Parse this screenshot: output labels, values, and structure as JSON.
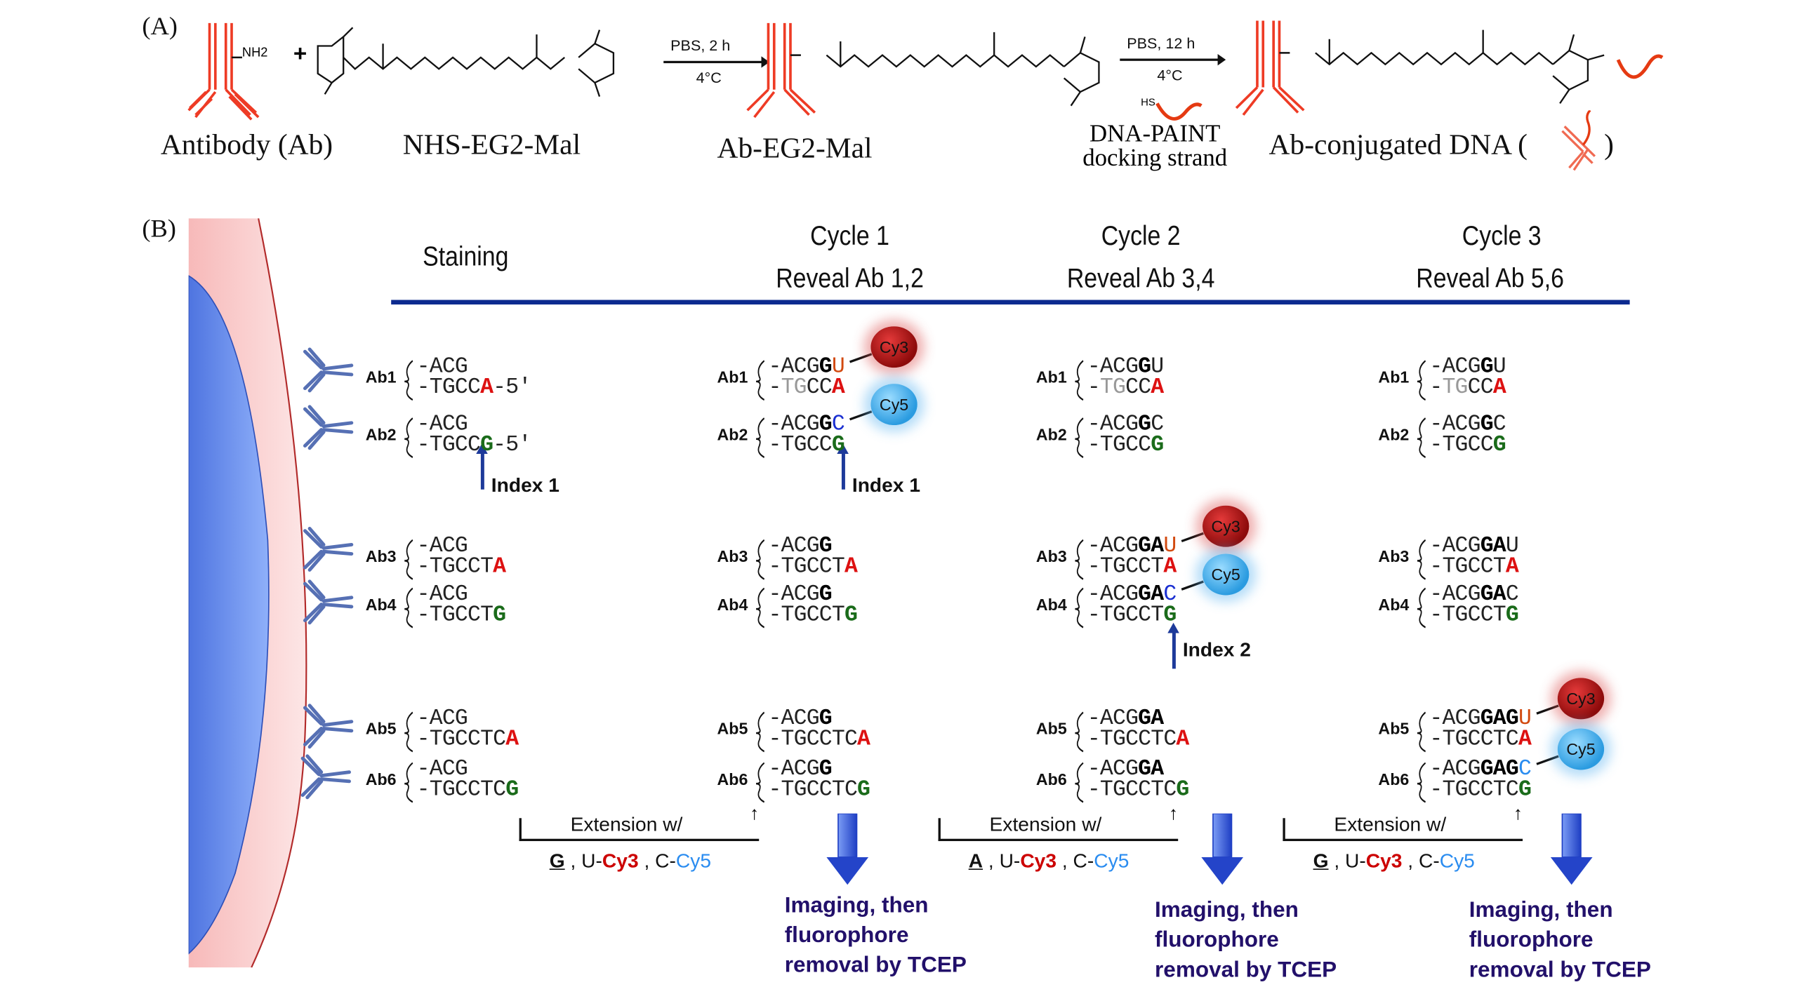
{
  "panel_a": {
    "label": "(A)",
    "reactant_1": "Antibody (Ab)",
    "reactant_1_group": "NH2",
    "plus": "+",
    "reactant_2": "NHS-EG2-Mal",
    "step1": {
      "top": "PBS, 2 h",
      "bottom": "4°C"
    },
    "intermediate": "Ab-EG2-Mal",
    "step2": {
      "top": "PBS, 12 h",
      "bottom": "4°C",
      "reagent_group": "HS"
    },
    "reagent": "DNA-PAINT\ndocking strand",
    "product": "Ab-conjugated DNA (",
    "product_close": ")"
  },
  "panel_b": {
    "label": "(B)",
    "headers": [
      {
        "line1": "Staining",
        "line2": ""
      },
      {
        "line1": "Cycle 1",
        "line2": "Reveal Ab 1,2"
      },
      {
        "line1": "Cycle 2",
        "line2": "Reveal Ab 3,4"
      },
      {
        "line1": "Cycle 3",
        "line2": "Reveal Ab 5,6"
      }
    ],
    "index_labels": [
      "Index 1",
      "Index 1",
      "Index 2"
    ],
    "fluorophores": {
      "cy3": "Cy3",
      "cy5": "Cy5"
    },
    "columns": [
      {
        "name": "Staining",
        "rows": [
          {
            "ab": "Ab1",
            "top": "-ACG",
            "bottom": "-TGCCA-5′"
          },
          {
            "ab": "Ab2",
            "top": "-ACG",
            "bottom": "-TGCCG-5′"
          },
          {
            "ab": "Ab3",
            "top": "-ACG",
            "bottom": "-TGCCTA"
          },
          {
            "ab": "Ab4",
            "top": "-ACG",
            "bottom": "-TGCCTG"
          },
          {
            "ab": "Ab5",
            "top": "-ACG",
            "bottom": "-TGCCTCA"
          },
          {
            "ab": "Ab6",
            "top": "-ACG",
            "bottom": "-TGCCTCG"
          }
        ]
      },
      {
        "name": "Cycle 1",
        "rows": [
          {
            "ab": "Ab1",
            "top": "-ACGGU",
            "bottom": "-TGCCA",
            "fluor": "Cy3"
          },
          {
            "ab": "Ab2",
            "top": "-ACGGC",
            "bottom": "-TGCCG",
            "fluor": "Cy5"
          },
          {
            "ab": "Ab3",
            "top": "-ACGG",
            "bottom": "-TGCCTA"
          },
          {
            "ab": "Ab4",
            "top": "-ACGG",
            "bottom": "-TGCCTG"
          },
          {
            "ab": "Ab5",
            "top": "-ACGG",
            "bottom": "-TGCCTCA"
          },
          {
            "ab": "Ab6",
            "top": "-ACGG",
            "bottom": "-TGCCTCG"
          }
        ]
      },
      {
        "name": "Cycle 2",
        "rows": [
          {
            "ab": "Ab1",
            "top": "-ACGGU",
            "bottom": "-TGCCA"
          },
          {
            "ab": "Ab2",
            "top": "-ACGGC",
            "bottom": "-TGCCG"
          },
          {
            "ab": "Ab3",
            "top": "-ACGGAU",
            "bottom": "-TGCCTA",
            "fluor": "Cy3"
          },
          {
            "ab": "Ab4",
            "top": "-ACGGAC",
            "bottom": "-TGCCTG",
            "fluor": "Cy5"
          },
          {
            "ab": "Ab5",
            "top": "-ACGGA",
            "bottom": "-TGCCTCA"
          },
          {
            "ab": "Ab6",
            "top": "-ACGGA",
            "bottom": "-TGCCTCG"
          }
        ]
      },
      {
        "name": "Cycle 3",
        "rows": [
          {
            "ab": "Ab1",
            "top": "-ACGGU",
            "bottom": "-TGCCA"
          },
          {
            "ab": "Ab2",
            "top": "-ACGGC",
            "bottom": "-TGCCG"
          },
          {
            "ab": "Ab3",
            "top": "-ACGGAU",
            "bottom": "-TGCCTA"
          },
          {
            "ab": "Ab4",
            "top": "-ACGGAC",
            "bottom": "-TGCCTG"
          },
          {
            "ab": "Ab5",
            "top": "-ACGGAGU",
            "bottom": "-TGCCTCA",
            "fluor": "Cy3"
          },
          {
            "ab": "Ab6",
            "top": "-ACGGAGC",
            "bottom": "-TGCCTCG",
            "fluor": "Cy5"
          }
        ]
      }
    ],
    "extensions": [
      {
        "label": "Extension w/",
        "base": "G",
        "u": "U-",
        "u_dye": "Cy3",
        "c": "C-",
        "c_dye": "Cy5"
      },
      {
        "label": "Extension w/",
        "base": "A",
        "u": "U-",
        "u_dye": "Cy3",
        "c": "C-",
        "c_dye": "Cy5"
      },
      {
        "label": "Extension w/",
        "base": "G",
        "u": "U-",
        "u_dye": "Cy3",
        "c": "C-",
        "c_dye": "Cy5"
      }
    ],
    "imaging_text": "Imaging, then\nfluorophore\nremoval by TCEP",
    "colors": {
      "header_rule": "#0c2a8f",
      "nucleus": "#5b82e8",
      "membrane": "#fbd9d9",
      "membrane_edge": "#b22a2a",
      "antibody_a": "#ee3b25",
      "antibody_b": "#5670b4",
      "red_base": "#d11111",
      "green_base": "#1a6b1a",
      "imaging_text": "#22106a"
    }
  }
}
